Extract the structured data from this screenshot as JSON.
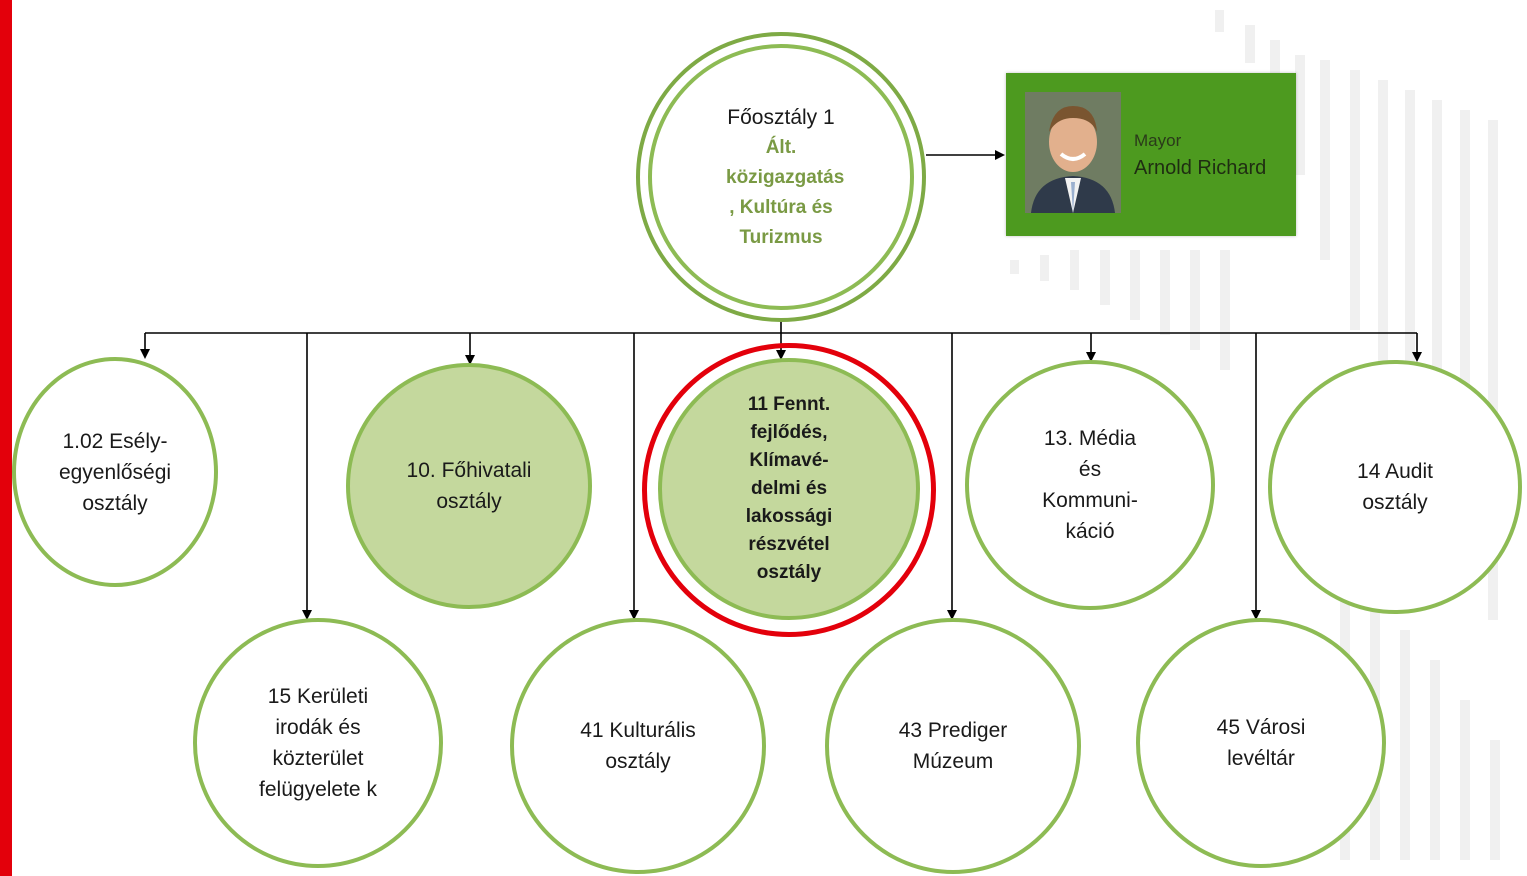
{
  "top_node": {
    "line1": "Főosztály 1",
    "line2": "Ált. közigazgatás , Kultúra és Turizmus"
  },
  "mayor": {
    "role": "Mayor",
    "name": "Arnold Richard"
  },
  "nodes": [
    {
      "label": "1.02 Esély-egyenlőségi osztály"
    },
    {
      "label": "10. Főhivatali osztály"
    },
    {
      "label": "11 Fennt. fejlődés, Klímavé-delmi és lakossági részvétel osztály"
    },
    {
      "label": "13. Média és Kommuni-káció"
    },
    {
      "label": "14 Audit osztály"
    },
    {
      "label": "15 Kerületi irodák és közterület felügyelete k"
    },
    {
      "label": "41 Kulturális osztály"
    },
    {
      "label": "43 Prediger Múzeum"
    },
    {
      "label": "45 Városi levéltár"
    }
  ],
  "colors": {
    "accent_red": "#e3000b",
    "node_border": "#8dbb54",
    "node_fill": "#c4d89d",
    "mayor_card": "#4d9a1f",
    "title_green": "#7a9a44"
  }
}
